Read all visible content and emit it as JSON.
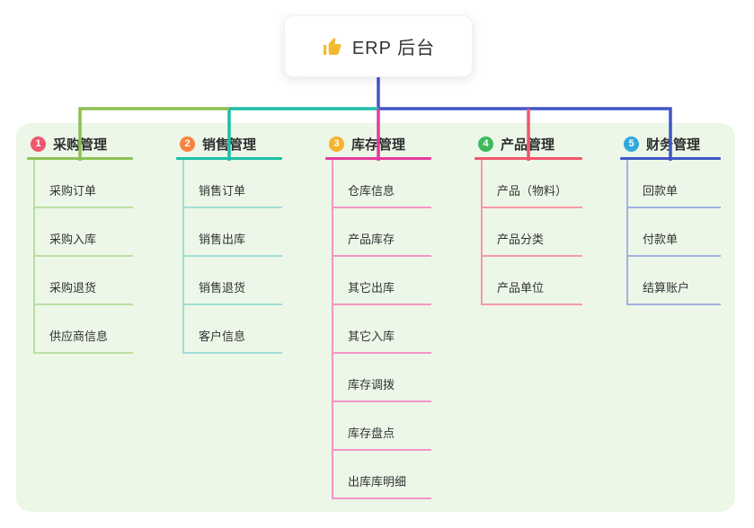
{
  "root": {
    "title": "ERP 后台",
    "icon": "thumbs-up-icon",
    "icon_color": "#f5b92e",
    "stem_color": "#4456c6"
  },
  "panel_bg": "#ecf7e8",
  "branches": [
    {
      "num": "1",
      "title": "采购管理",
      "badge_color": "#f0566c",
      "line_color": "#8cc152",
      "child_line_color": "#bcdfa2",
      "children": [
        "采购订单",
        "采购入库",
        "采购退货",
        "供应商信息"
      ]
    },
    {
      "num": "2",
      "title": "销售管理",
      "badge_color": "#f8823d",
      "line_color": "#1bbfa6",
      "child_line_color": "#a3ded6",
      "children": [
        "销售订单",
        "销售出库",
        "销售退货",
        "客户信息"
      ]
    },
    {
      "num": "3",
      "title": "库存管理",
      "badge_color": "#f5b32f",
      "line_color": "#e53a9c",
      "child_line_color": "#f495c5",
      "children": [
        "仓库信息",
        "产品库存",
        "其它出库",
        "其它入库",
        "库存调拨",
        "库存盘点",
        "出库库明细"
      ]
    },
    {
      "num": "4",
      "title": "产品管理",
      "badge_color": "#3dbb5c",
      "line_color": "#f2556b",
      "child_line_color": "#f79aa2",
      "children": [
        "产品（物料）",
        "产品分类",
        "产品单位"
      ]
    },
    {
      "num": "5",
      "title": "财务管理",
      "badge_color": "#32a9de",
      "line_color": "#3f56c5",
      "child_line_color": "#a2b2e0",
      "children": [
        "回款单",
        "付款单",
        "结算账户"
      ]
    }
  ]
}
